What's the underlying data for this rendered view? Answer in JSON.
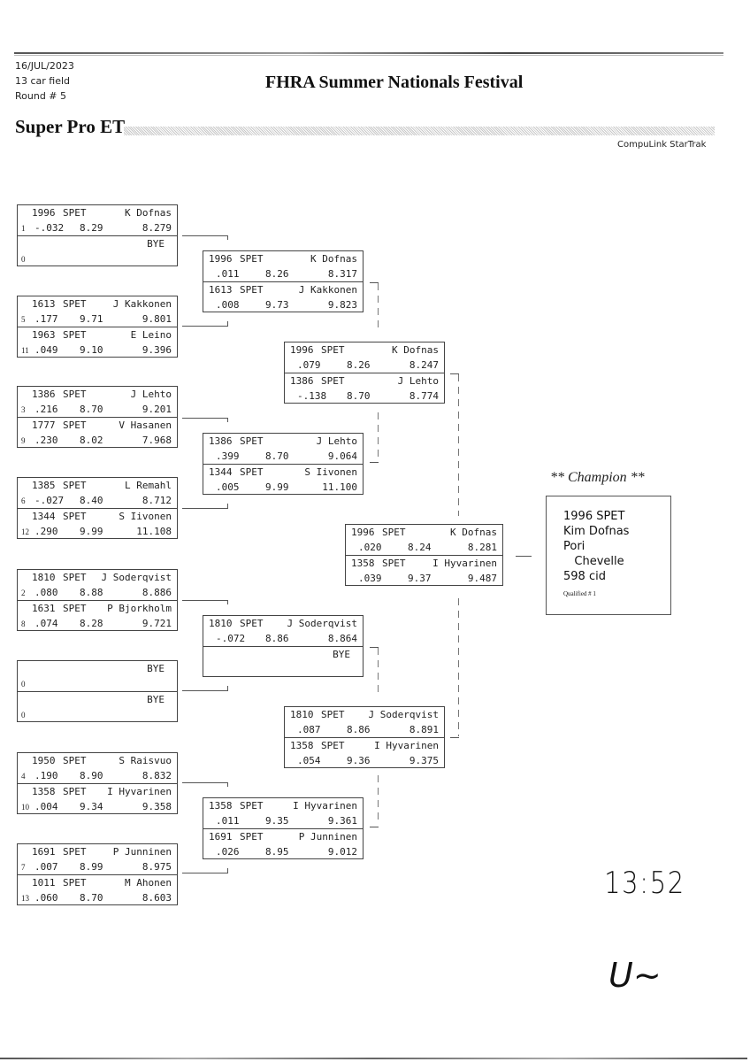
{
  "header": {
    "date": "16/JUL/2023",
    "field": "13 car field",
    "round": "Round # 5",
    "event_title": "FHRA Summer Nationals Festival",
    "class_title": "Super Pro ET",
    "brand": "CompuLink StarTrak"
  },
  "round1": [
    {
      "top": {
        "car": "1996",
        "cls": "SPET",
        "driver": "K Dofnas",
        "seed": "1",
        "rt": "-.032",
        "dial": "8.29",
        "et": "8.279"
      },
      "bottom": {
        "bye": "BYE",
        "seed": "0"
      }
    },
    {
      "top": {
        "car": "1613",
        "cls": "SPET",
        "driver": "J Kakkonen",
        "seed": "5",
        "rt": ".177",
        "dial": "9.71",
        "et": "9.801"
      },
      "bottom": {
        "car": "1963",
        "cls": "SPET",
        "driver": "E Leino",
        "seed": "11",
        "rt": ".049",
        "dial": "9.10",
        "et": "9.396"
      }
    },
    {
      "top": {
        "car": "1386",
        "cls": "SPET",
        "driver": "J Lehto",
        "seed": "3",
        "rt": ".216",
        "dial": "8.70",
        "et": "9.201"
      },
      "bottom": {
        "car": "1777",
        "cls": "SPET",
        "driver": "V Hasanen",
        "seed": "9",
        "rt": ".230",
        "dial": "8.02",
        "et": "7.968"
      }
    },
    {
      "top": {
        "car": "1385",
        "cls": "SPET",
        "driver": "L Remahl",
        "seed": "6",
        "rt": "-.027",
        "dial": "8.40",
        "et": "8.712"
      },
      "bottom": {
        "car": "1344",
        "cls": "SPET",
        "driver": "S Iivonen",
        "seed": "12",
        "rt": ".290",
        "dial": "9.99",
        "et": "11.108"
      }
    },
    {
      "top": {
        "car": "1810",
        "cls": "SPET",
        "driver": "J Soderqvist",
        "seed": "2",
        "rt": ".080",
        "dial": "8.88",
        "et": "8.886"
      },
      "bottom": {
        "car": "1631",
        "cls": "SPET",
        "driver": "P Bjorkholm",
        "seed": "8",
        "rt": ".074",
        "dial": "8.28",
        "et": "9.721"
      }
    },
    {
      "top": {
        "bye": "BYE",
        "seed": "0"
      },
      "bottom": {
        "bye": "BYE",
        "seed": "0"
      }
    },
    {
      "top": {
        "car": "1950",
        "cls": "SPET",
        "driver": "S Raisvuo",
        "seed": "4",
        "rt": ".190",
        "dial": "8.90",
        "et": "8.832"
      },
      "bottom": {
        "car": "1358",
        "cls": "SPET",
        "driver": "I Hyvarinen",
        "seed": "10",
        "rt": ".004",
        "dial": "9.34",
        "et": "9.358"
      }
    },
    {
      "top": {
        "car": "1691",
        "cls": "SPET",
        "driver": "P Junninen",
        "seed": "7",
        "rt": ".007",
        "dial": "8.99",
        "et": "8.975"
      },
      "bottom": {
        "car": "1011",
        "cls": "SPET",
        "driver": "M Ahonen",
        "seed": "13",
        "rt": ".060",
        "dial": "8.70",
        "et": "8.603"
      }
    }
  ],
  "round2": [
    {
      "top": {
        "car": "1996",
        "cls": "SPET",
        "driver": "K Dofnas",
        "rt": ".011",
        "dial": "8.26",
        "et": "8.317"
      },
      "bottom": {
        "car": "1613",
        "cls": "SPET",
        "driver": "J Kakkonen",
        "rt": ".008",
        "dial": "9.73",
        "et": "9.823"
      }
    },
    {
      "top": {
        "car": "1386",
        "cls": "SPET",
        "driver": "J Lehto",
        "rt": ".399",
        "dial": "8.70",
        "et": "9.064"
      },
      "bottom": {
        "car": "1344",
        "cls": "SPET",
        "driver": "S Iivonen",
        "rt": ".005",
        "dial": "9.99",
        "et": "11.100"
      }
    },
    {
      "top": {
        "car": "1810",
        "cls": "SPET",
        "driver": "J Soderqvist",
        "rt": "-.072",
        "dial": "8.86",
        "et": "8.864"
      },
      "bottom": {
        "bye": "BYE"
      }
    },
    {
      "top": {
        "car": "1358",
        "cls": "SPET",
        "driver": "I Hyvarinen",
        "rt": ".011",
        "dial": "9.35",
        "et": "9.361"
      },
      "bottom": {
        "car": "1691",
        "cls": "SPET",
        "driver": "P Junninen",
        "rt": ".026",
        "dial": "8.95",
        "et": "9.012"
      }
    }
  ],
  "round3": [
    {
      "top": {
        "car": "1996",
        "cls": "SPET",
        "driver": "K Dofnas",
        "rt": ".079",
        "dial": "8.26",
        "et": "8.247"
      },
      "bottom": {
        "car": "1386",
        "cls": "SPET",
        "driver": "J Lehto",
        "rt": "-.138",
        "dial": "8.70",
        "et": "8.774"
      }
    },
    {
      "top": {
        "car": "1810",
        "cls": "SPET",
        "driver": "J Soderqvist",
        "rt": ".087",
        "dial": "8.86",
        "et": "8.891"
      },
      "bottom": {
        "car": "1358",
        "cls": "SPET",
        "driver": "I Hyvarinen",
        "rt": ".054",
        "dial": "9.36",
        "et": "9.375"
      }
    }
  ],
  "final": [
    {
      "top": {
        "car": "1996",
        "cls": "SPET",
        "driver": "K Dofnas",
        "rt": ".020",
        "dial": "8.24",
        "et": "8.281"
      },
      "bottom": {
        "car": "1358",
        "cls": "SPET",
        "driver": "I Hyvarinen",
        "rt": ".039",
        "dial": "9.37",
        "et": "9.487"
      }
    }
  ],
  "champion": {
    "label": "** Champion **",
    "car_class": "1996   SPET",
    "name": "Kim Dofnas",
    "city": "Pori",
    "vehicle": "   Chevelle",
    "engine": "598 cid",
    "qualified": "Qualified # 1"
  },
  "handwriting": {
    "time": "13:52",
    "initials": "U~"
  }
}
